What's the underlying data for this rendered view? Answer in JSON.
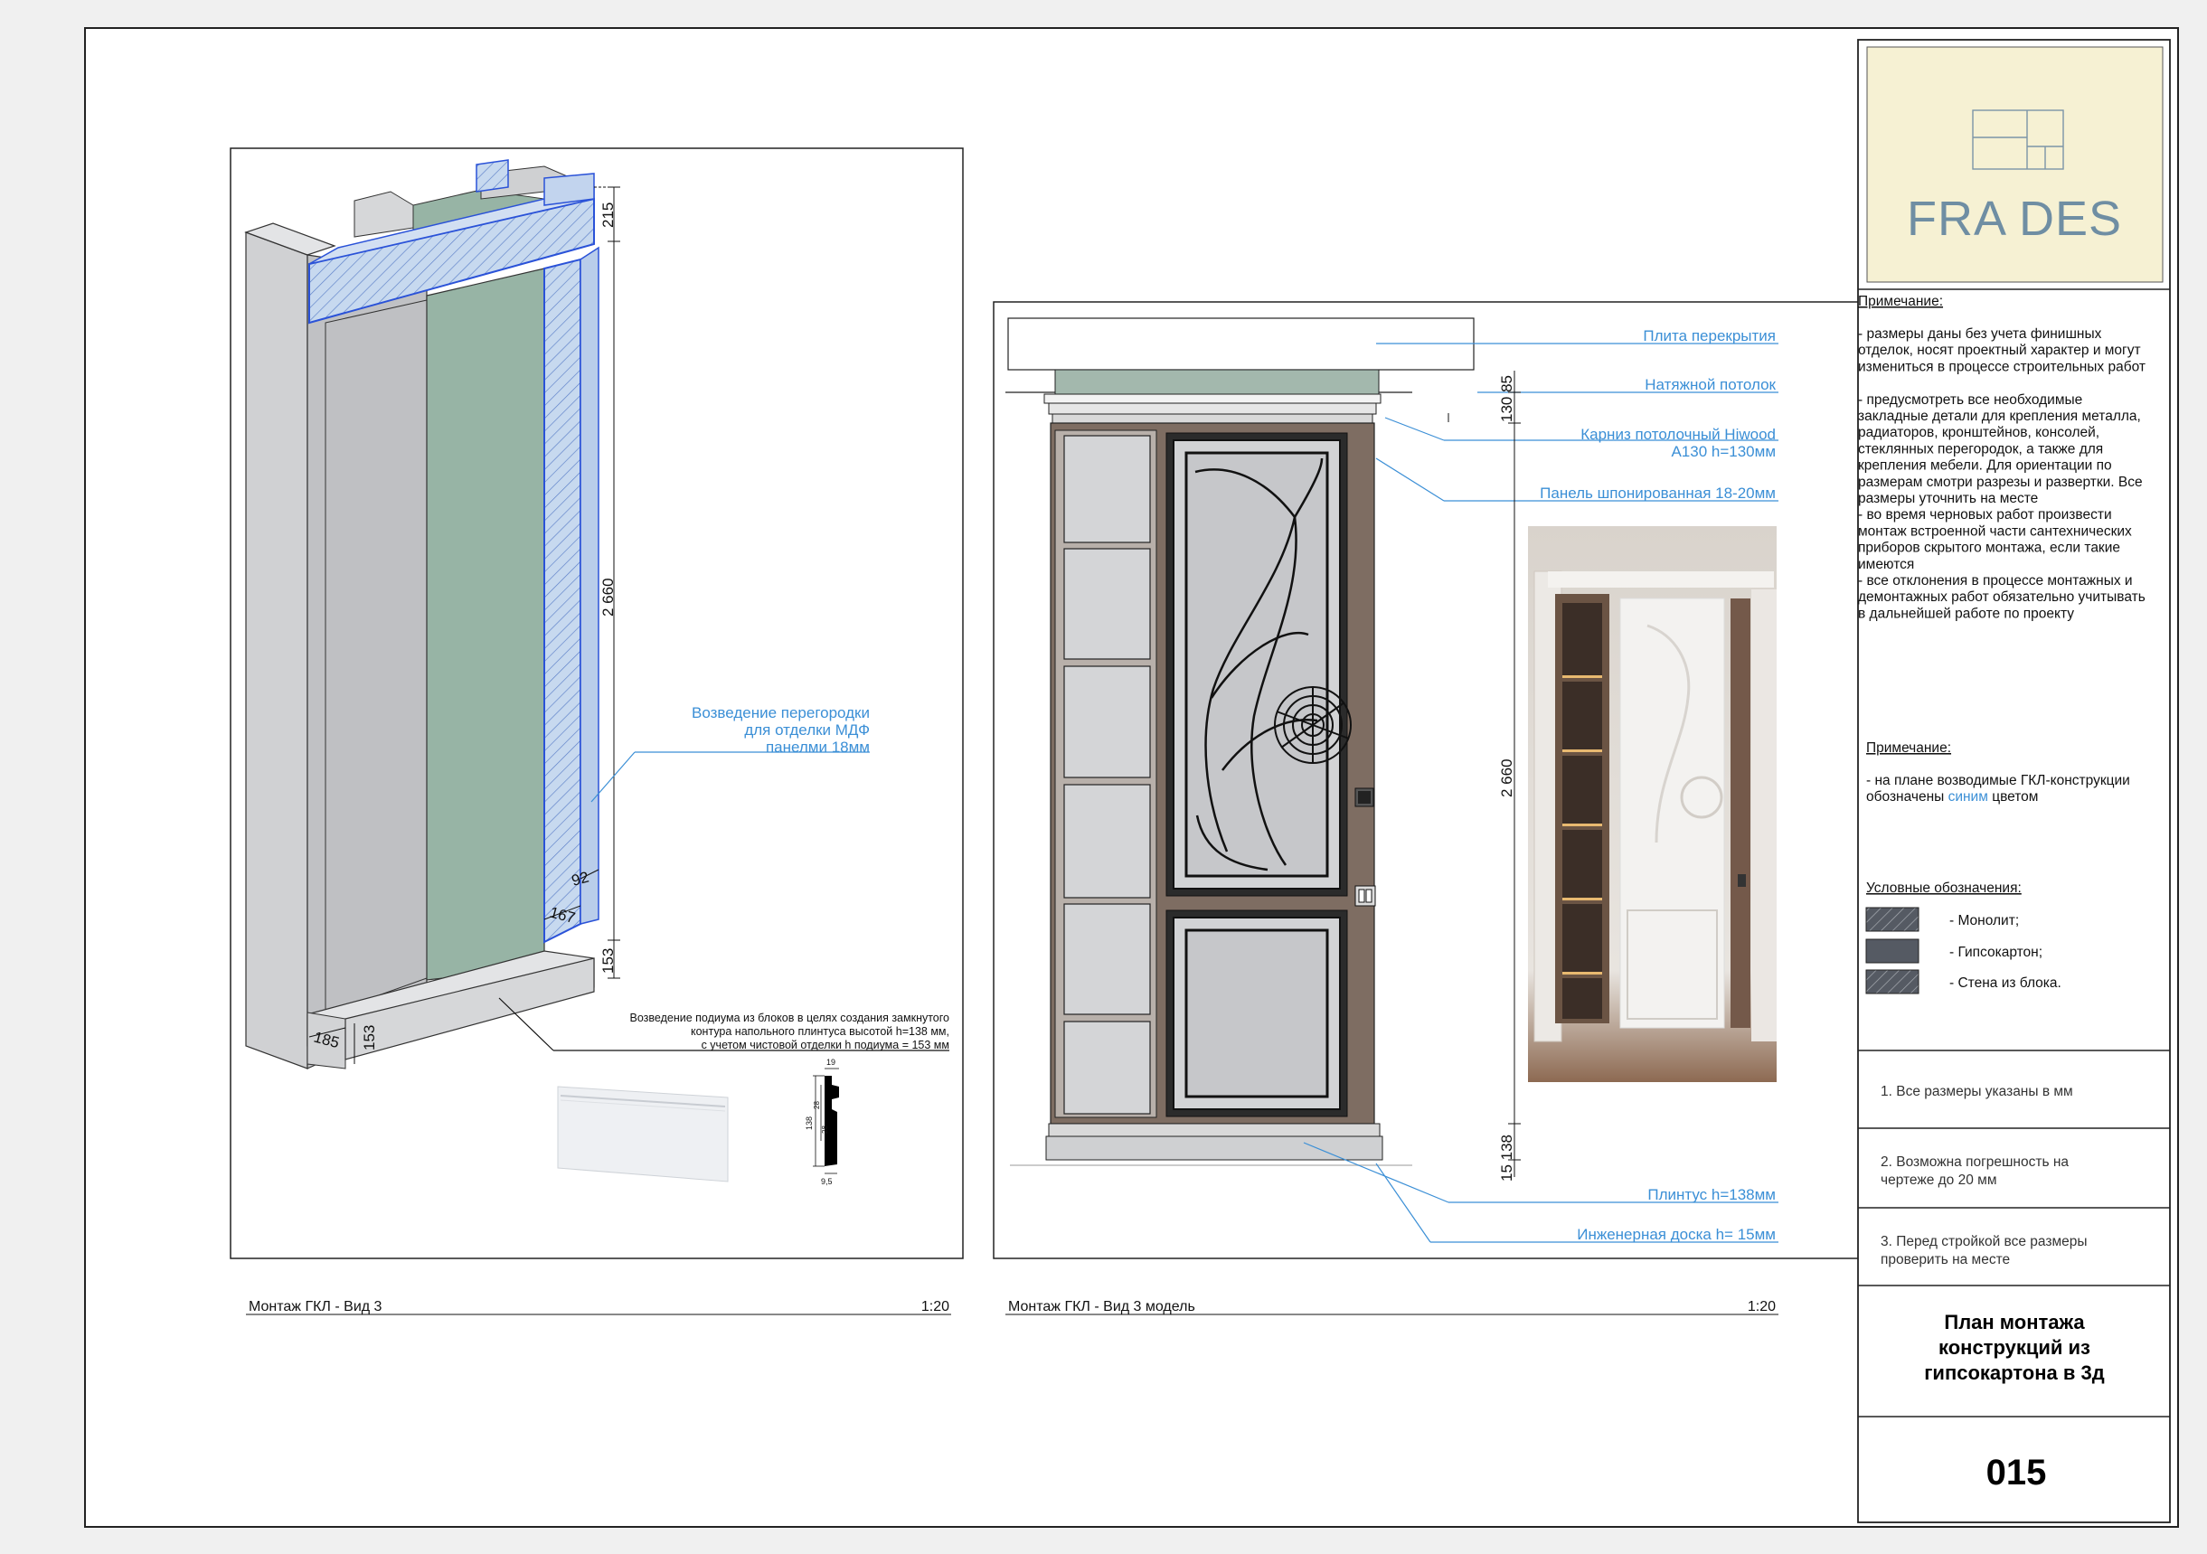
{
  "logo": {
    "text": "FRA DES"
  },
  "notes": {
    "heading1": "Примечание:",
    "lines1": [
      "- размеры даны без учета финишных",
      "отделок,  носят проектный характер и могут",
      "измениться в процессе строительных работ",
      "",
      "- предусмотреть все необходимые",
      "закладные детали для крепления металла,",
      "радиаторов, кронштейнов, консолей,",
      "стеклянных перегородок, а также для",
      "крепления мебели. Для ориентации по",
      "размерам смотри разрезы и развертки. Все",
      "размеры уточнить на месте",
      "- во время черновых работ произвести",
      "монтаж встроенной части сантехнических",
      "приборов скрытого монтажа, если такие",
      "имеются",
      "- все отклонения в процессе монтажных и",
      "демонтажных работ обязательно учитывать",
      "в дальнейшей работе по проекту"
    ],
    "heading2": "Примечание:",
    "line2a": "- на плане возводимые ГКЛ-конструкции",
    "line2b_pre": "обозначены ",
    "line2b_blue": "синим",
    "line2b_post": " цветом",
    "accent_color": "#3b8fd6"
  },
  "legend": {
    "heading": "Условные обозначения:",
    "items": [
      {
        "label": "- Монолит;",
        "color": "#555a63"
      },
      {
        "label": "- Гипсокартон;",
        "color": "#555a63"
      },
      {
        "label": "- Стена из блока.",
        "color": "#555a63"
      }
    ]
  },
  "info": [
    {
      "lines": [
        "1. Все размеры указаны в мм"
      ]
    },
    {
      "lines": [
        "2. Возможна погрешность на",
        "чертеже до 20 мм"
      ]
    },
    {
      "lines": [
        "3. Перед стройкой все размеры",
        "проверить на месте"
      ]
    }
  ],
  "sheet_title": [
    "План монтажа",
    "конструкций из",
    "гипсокартона в 3д"
  ],
  "sheet_number": "015",
  "view1": {
    "caption": "Монтаж ГКЛ - Вид 3",
    "scale": "1:20",
    "dims": {
      "top": "215",
      "height": "2 660",
      "d92": "92",
      "d167": "167",
      "d153a": "153",
      "d185": "185",
      "d153b": "153"
    },
    "label_partition": [
      "Возведение перегородки",
      "для отделки МДФ",
      "панелми 18мм"
    ],
    "label_podium": [
      "Возведение подиума из блоков в целях создания замкнутого",
      "контура напольного плинтуса высотой h=138 мм,",
      "с учетом чистовой отделки h подиума = 153 мм"
    ],
    "profile_dims": {
      "w19": "19",
      "h138": "138",
      "d28a": "28",
      "d28b": "28",
      "w95": "9,5"
    }
  },
  "view2": {
    "caption": "Монтаж ГКЛ - Вид 3 модель",
    "scale": "1:20",
    "labels": {
      "slab": "Плита перекрытия",
      "ceiling": "Натяжной потолок",
      "cornice1": "Карниз потолочный Hiwood",
      "cornice2": "A130 h=130мм",
      "panel": "Панель шпонированная 18-20мм",
      "plinth": "Плинтус h=138мм",
      "board": "Инженерная доска h= 15мм"
    },
    "dims": {
      "top": "130  85",
      "height": "2 660",
      "bottom": "15  138"
    }
  }
}
